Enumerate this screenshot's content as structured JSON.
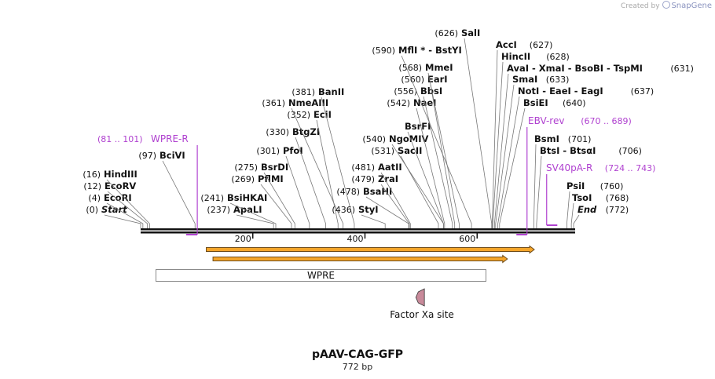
{
  "branding": {
    "prefix": "Created by",
    "name": "SnapGene"
  },
  "plasmid": {
    "name": "pAAV-CAG-GFP",
    "length_label": "772 bp",
    "length": 772
  },
  "colors": {
    "primer": "#b042d0",
    "arrow_fill": "#f4a52a",
    "arrow_stroke": "#6e4b1a",
    "factor_xa": "#c88a9a",
    "backbone": "#111111"
  },
  "ruler": {
    "ticks": [
      {
        "pos": 200,
        "label": "200"
      },
      {
        "pos": 400,
        "label": "400"
      },
      {
        "pos": 600,
        "label": "600"
      }
    ]
  },
  "sites": [
    {
      "pos": 0,
      "pos_label": "(0)",
      "name": "Start",
      "italic": true
    },
    {
      "pos": 4,
      "pos_label": "(4)",
      "name": "EcoRI"
    },
    {
      "pos": 12,
      "pos_label": "(12)",
      "name": "EcoRV"
    },
    {
      "pos": 16,
      "pos_label": "(16)",
      "name": "HindIII"
    },
    {
      "pos": 97,
      "pos_label": "(97)",
      "name": "BciVI"
    },
    {
      "pos": 237,
      "pos_label": "(237)",
      "name": "ApaLI"
    },
    {
      "pos": 241,
      "pos_label": "(241)",
      "name": "BsiHKAI"
    },
    {
      "pos": 269,
      "pos_label": "(269)",
      "name": "PflMI"
    },
    {
      "pos": 275,
      "pos_label": "(275)",
      "name": "BsrDI"
    },
    {
      "pos": 301,
      "pos_label": "(301)",
      "name": "PfoI"
    },
    {
      "pos": 330,
      "pos_label": "(330)",
      "name": "BtgZI"
    },
    {
      "pos": 352,
      "pos_label": "(352)",
      "name": "EciI"
    },
    {
      "pos": 361,
      "pos_label": "(361)",
      "name": "NmeAIII"
    },
    {
      "pos": 381,
      "pos_label": "(381)",
      "name": "BanII"
    },
    {
      "pos": 436,
      "pos_label": "(436)",
      "name": "StyI"
    },
    {
      "pos": 478,
      "pos_label": "(478)",
      "name": "BsaHI"
    },
    {
      "pos": 479,
      "pos_label": "(479)",
      "name": "ZraI"
    },
    {
      "pos": 481,
      "pos_label": "(481)",
      "name": "AatII"
    },
    {
      "pos": 531,
      "pos_label": "(531)",
      "name": "SacII"
    },
    {
      "pos": 540,
      "pos_label": "(540)",
      "name": "NgoMIV"
    },
    {
      "pos": 540,
      "pos_label": "",
      "name": "BsrFI"
    },
    {
      "pos": 542,
      "pos_label": "(542)",
      "name": "NaeI"
    },
    {
      "pos": 556,
      "pos_label": "(556)",
      "name": "BbsI"
    },
    {
      "pos": 560,
      "pos_label": "(560)",
      "name": "EarI"
    },
    {
      "pos": 568,
      "pos_label": "(568)",
      "name": "MmeI"
    },
    {
      "pos": 590,
      "pos_label": "(590)",
      "name": "MflI * - BstYI"
    },
    {
      "pos": 626,
      "pos_label": "(626)",
      "name": "SalI"
    },
    {
      "pos": 627,
      "pos_label": "(627)",
      "name": "AccI"
    },
    {
      "pos": 628,
      "pos_label": "(628)",
      "name": "HincII"
    },
    {
      "pos": 631,
      "pos_label": "(631)",
      "name": "AvaI - XmaI - BsoBI - TspMI"
    },
    {
      "pos": 633,
      "pos_label": "(633)",
      "name": "SmaI"
    },
    {
      "pos": 637,
      "pos_label": "(637)",
      "name": "NotI - EaeI - EagI"
    },
    {
      "pos": 640,
      "pos_label": "(640)",
      "name": "BsiEI"
    },
    {
      "pos": 701,
      "pos_label": "(701)",
      "name": "BsmI"
    },
    {
      "pos": 706,
      "pos_label": "(706)",
      "name": "BtsI - BtsαI"
    },
    {
      "pos": 760,
      "pos_label": "(760)",
      "name": "PsiI"
    },
    {
      "pos": 768,
      "pos_label": "(768)",
      "name": "TsoI"
    },
    {
      "pos": 772,
      "pos_label": "(772)",
      "name": "End",
      "italic": true
    }
  ],
  "primers": [
    {
      "name": "WPRE-R",
      "range_label": "(81 .. 101)",
      "start": 81,
      "end": 101,
      "direction": "reverse"
    },
    {
      "name": "EBV-rev",
      "range_label": "(670 .. 689)",
      "start": 670,
      "end": 689,
      "direction": "reverse"
    },
    {
      "name": "SV40pA-R",
      "range_label": "(724 .. 743)",
      "start": 724,
      "end": 743,
      "direction": "forward"
    }
  ],
  "arrows": [
    {
      "start": 117,
      "end": 702
    },
    {
      "start": 129,
      "end": 654
    }
  ],
  "features": [
    {
      "name": "WPRE",
      "start": 26,
      "end": 614
    },
    {
      "name": "Factor Xa site",
      "start": 495,
      "end": 506
    }
  ]
}
